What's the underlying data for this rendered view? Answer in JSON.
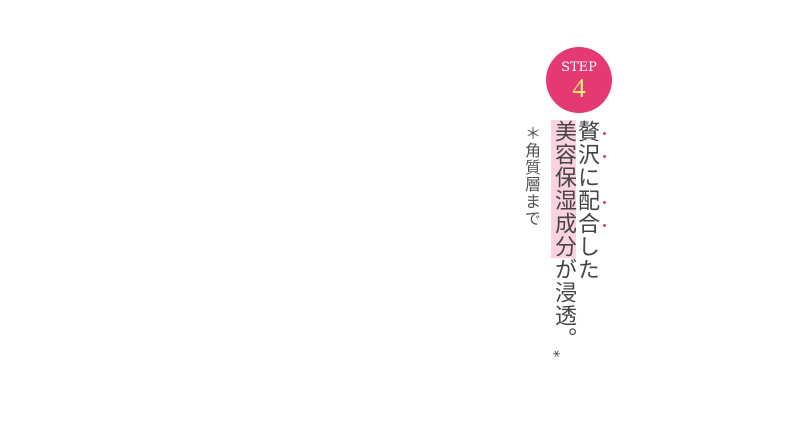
{
  "badge": {
    "label": "STEP",
    "number": "4",
    "bg_color": "#e43a71",
    "number_color": "#f5e87a"
  },
  "headline": {
    "line1": {
      "emphasized": [
        "贅",
        "沢",
        "配",
        "合"
      ],
      "text": "贅沢に配合した",
      "chars": [
        "贅",
        "沢",
        "に",
        "配",
        "合",
        "した"
      ]
    },
    "line2": {
      "highlighted": "美容保湿成分",
      "rest": "が浸透。",
      "footnote_mark": "*"
    }
  },
  "footnote": "＊角質層まで",
  "colors": {
    "accent": "#e43a71",
    "highlight": "#fbd3df",
    "text": "#444444"
  }
}
